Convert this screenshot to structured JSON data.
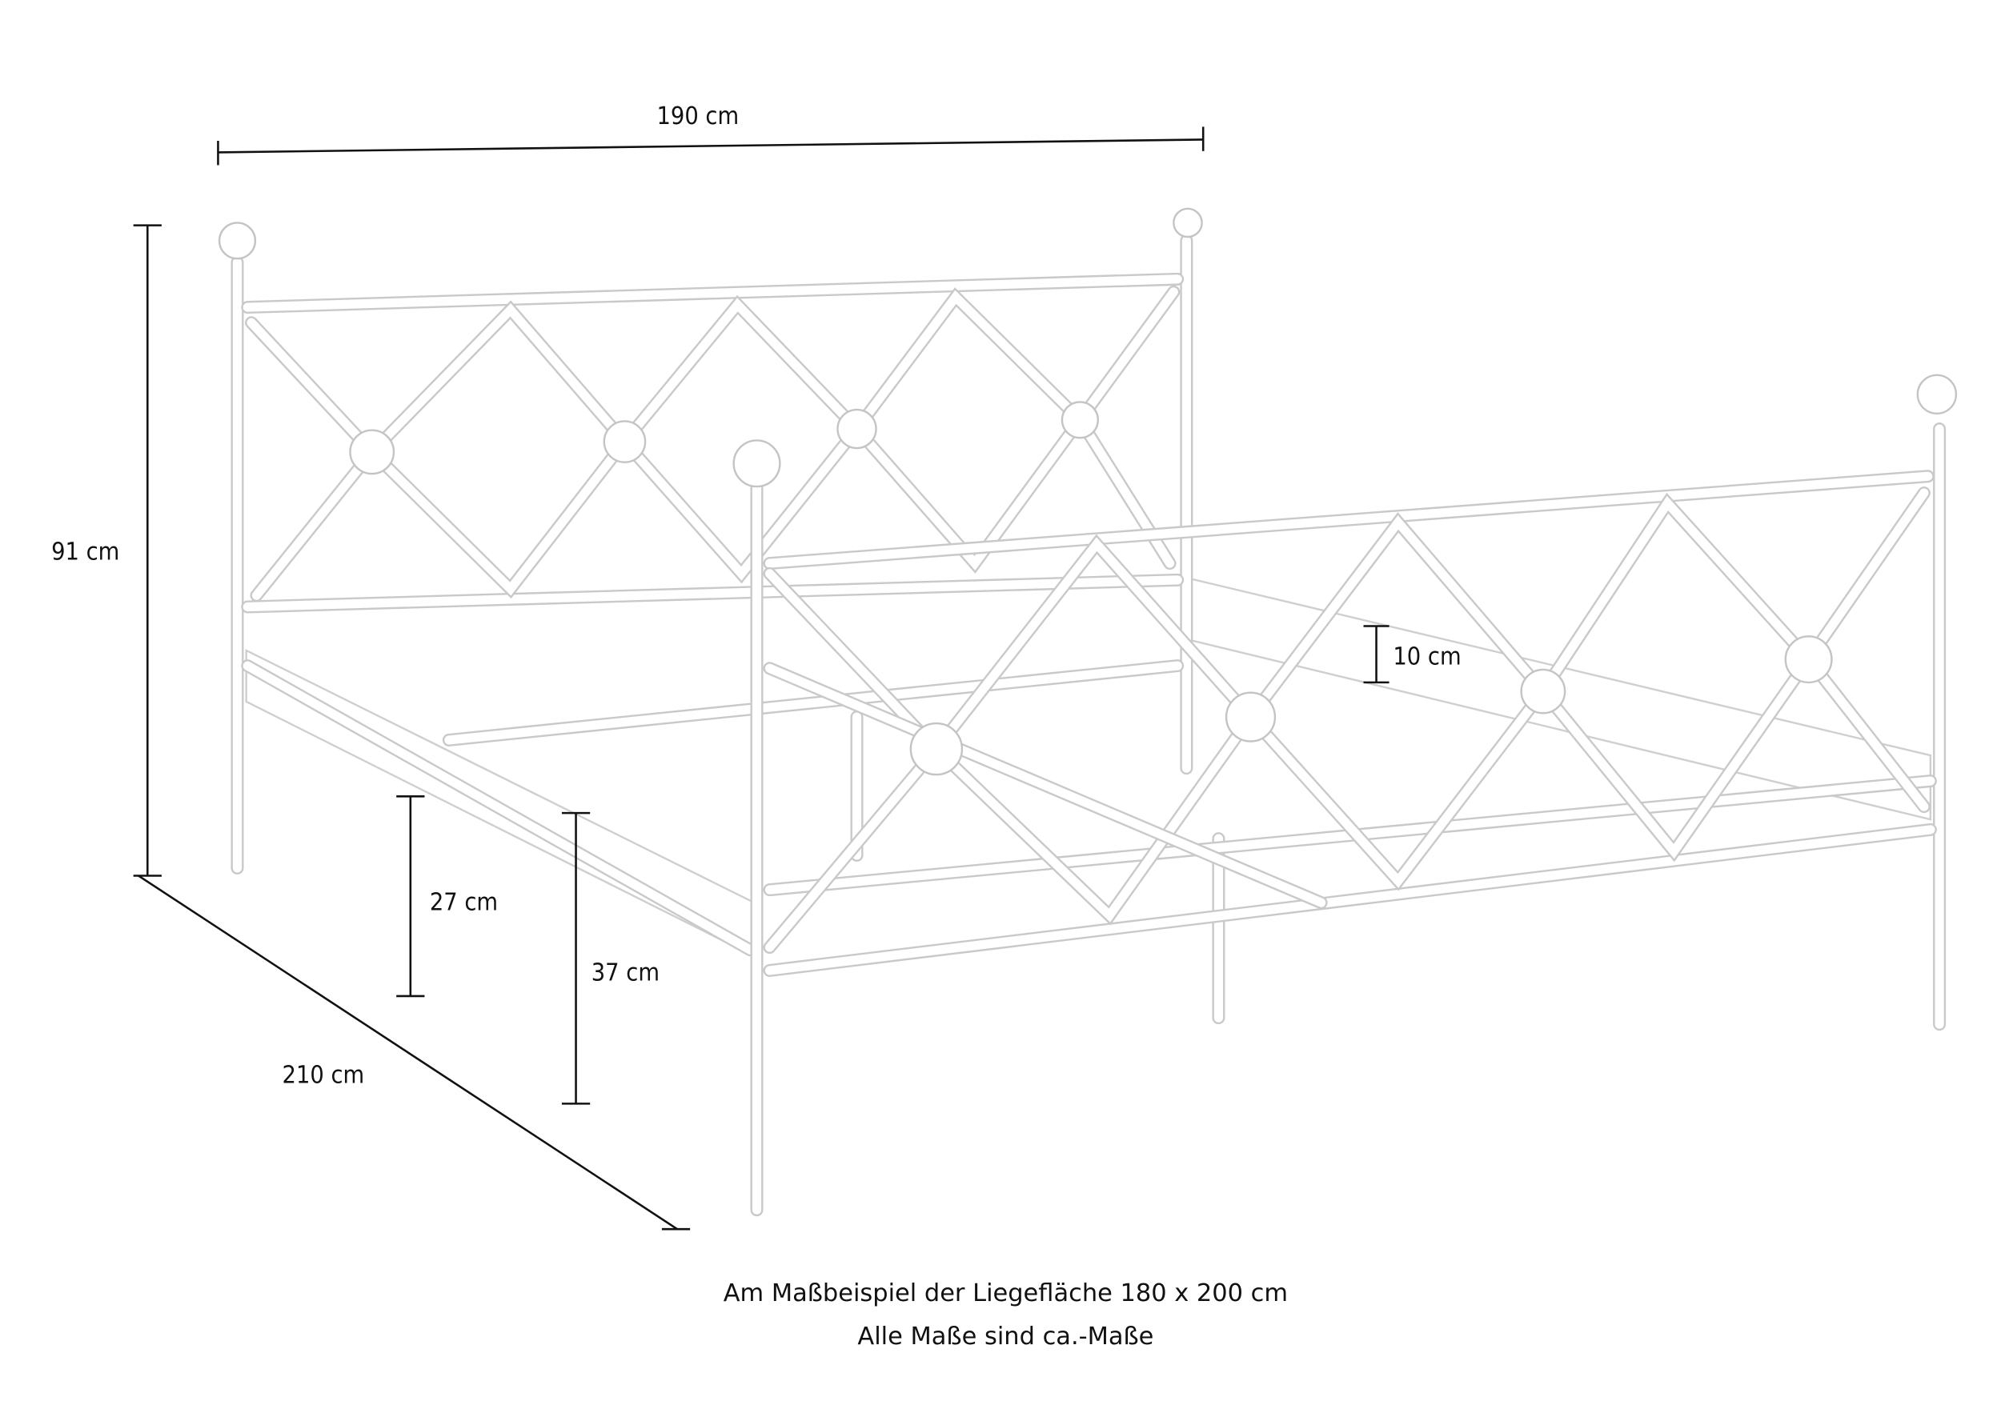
{
  "dimensions": {
    "width": "190 cm",
    "height": "91 cm",
    "length": "210 cm",
    "frame_height": "27 cm",
    "side_rail_height": "37 cm",
    "rail_depth": "10 cm"
  },
  "caption": {
    "line1": "Am Maßbeispiel der Liegefläche 180 x 200 cm",
    "line2": "Alle Maße sind ca.-Maße"
  },
  "colors": {
    "frame_outline": "#c9c9c9",
    "dimension_lines": "#111111"
  }
}
